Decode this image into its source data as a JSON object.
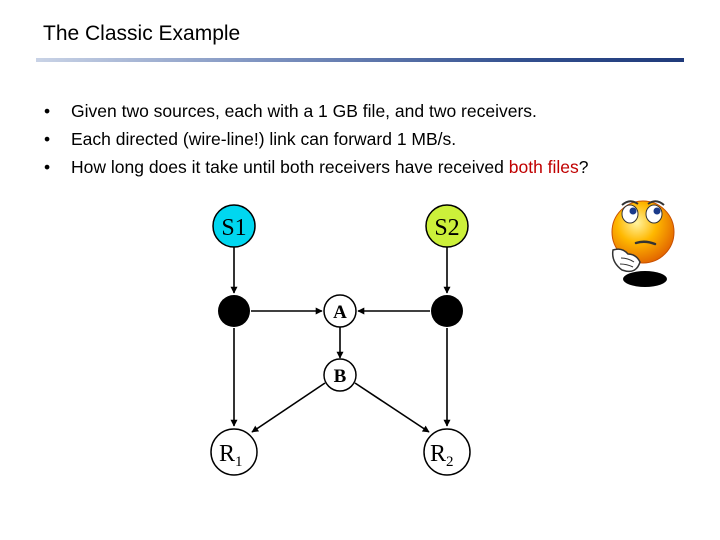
{
  "slide": {
    "title": "The Classic Example",
    "bullets": [
      {
        "before": "Given two sources, each with a 1 GB file, and two receivers.",
        "highlight": "",
        "after": ""
      },
      {
        "before": "Each directed (wire-line!) link can forward 1 MB/s.",
        "highlight": "",
        "after": ""
      },
      {
        "before": "How long does it take until both receivers have received ",
        "highlight": "both files",
        "after": "?"
      }
    ],
    "bullet_glyph": "•",
    "highlight_color": "#c00000"
  },
  "diagram": {
    "nodes": {
      "s1": {
        "label": "S1",
        "fill": "#00d7f0"
      },
      "s2": {
        "label": "S2",
        "fill": "#ccf03a"
      },
      "a": {
        "label": "A"
      },
      "b": {
        "label": "B"
      },
      "r1": {
        "label": "R",
        "sub": "1"
      },
      "r2": {
        "label": "R",
        "sub": "2"
      }
    },
    "edges": [
      [
        "s1",
        "left-relay"
      ],
      [
        "s2",
        "right-relay"
      ],
      [
        "left-relay",
        "a"
      ],
      [
        "right-relay",
        "a"
      ],
      [
        "left-relay",
        "r1"
      ],
      [
        "right-relay",
        "r2"
      ],
      [
        "a",
        "b"
      ],
      [
        "b",
        "r1"
      ],
      [
        "b",
        "r2"
      ]
    ]
  },
  "decoration": {
    "icon": "thinking-smiley-icon"
  }
}
